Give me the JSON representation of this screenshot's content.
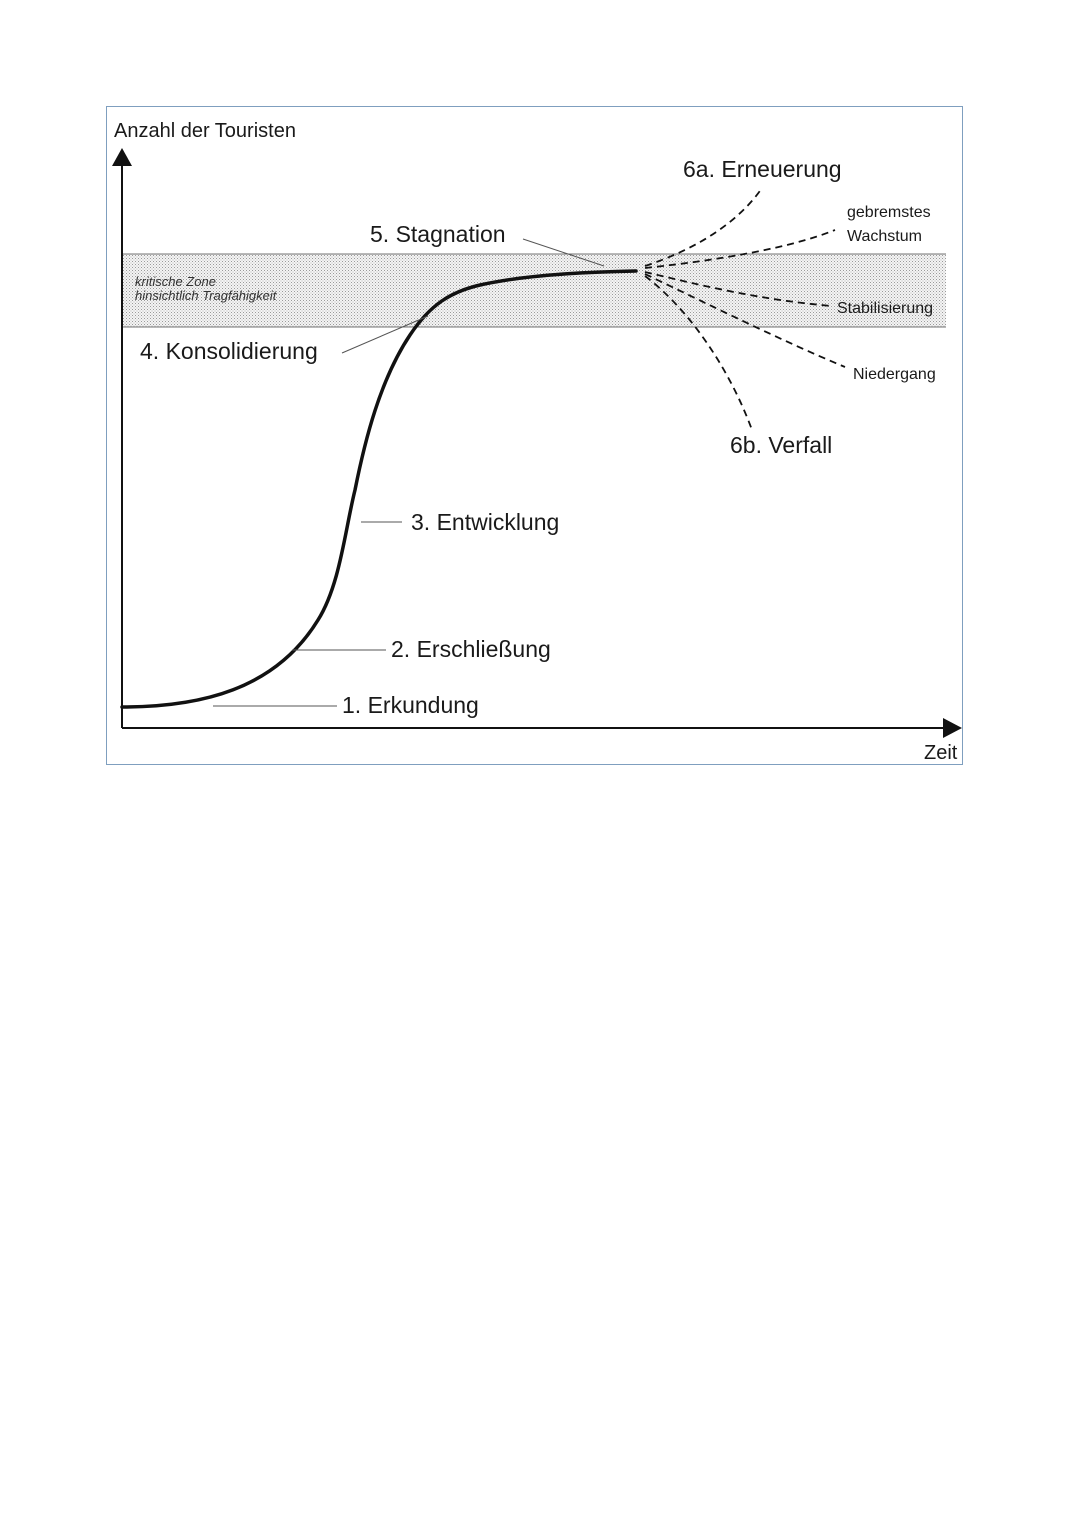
{
  "diagram": {
    "y_axis_label": "Anzahl der Touristen",
    "x_axis_label": "Zeit",
    "critical_zone": {
      "line1": "kritische Zone",
      "line2": "hinsichtlich Tragfähigkeit"
    },
    "stages": {
      "s1": "1. Erkundung",
      "s2": "2. Erschließung",
      "s3": "3. Entwicklung",
      "s4": "4. Konsolidierung",
      "s5": "5. Stagnation",
      "s6a": "6a. Erneuerung",
      "s6b": "6b. Verfall"
    },
    "outcomes": {
      "growth_line1": "gebremstes",
      "growth_line2": "Wachstum",
      "stabilization": "Stabilisierung",
      "decline": "Niedergang"
    }
  }
}
